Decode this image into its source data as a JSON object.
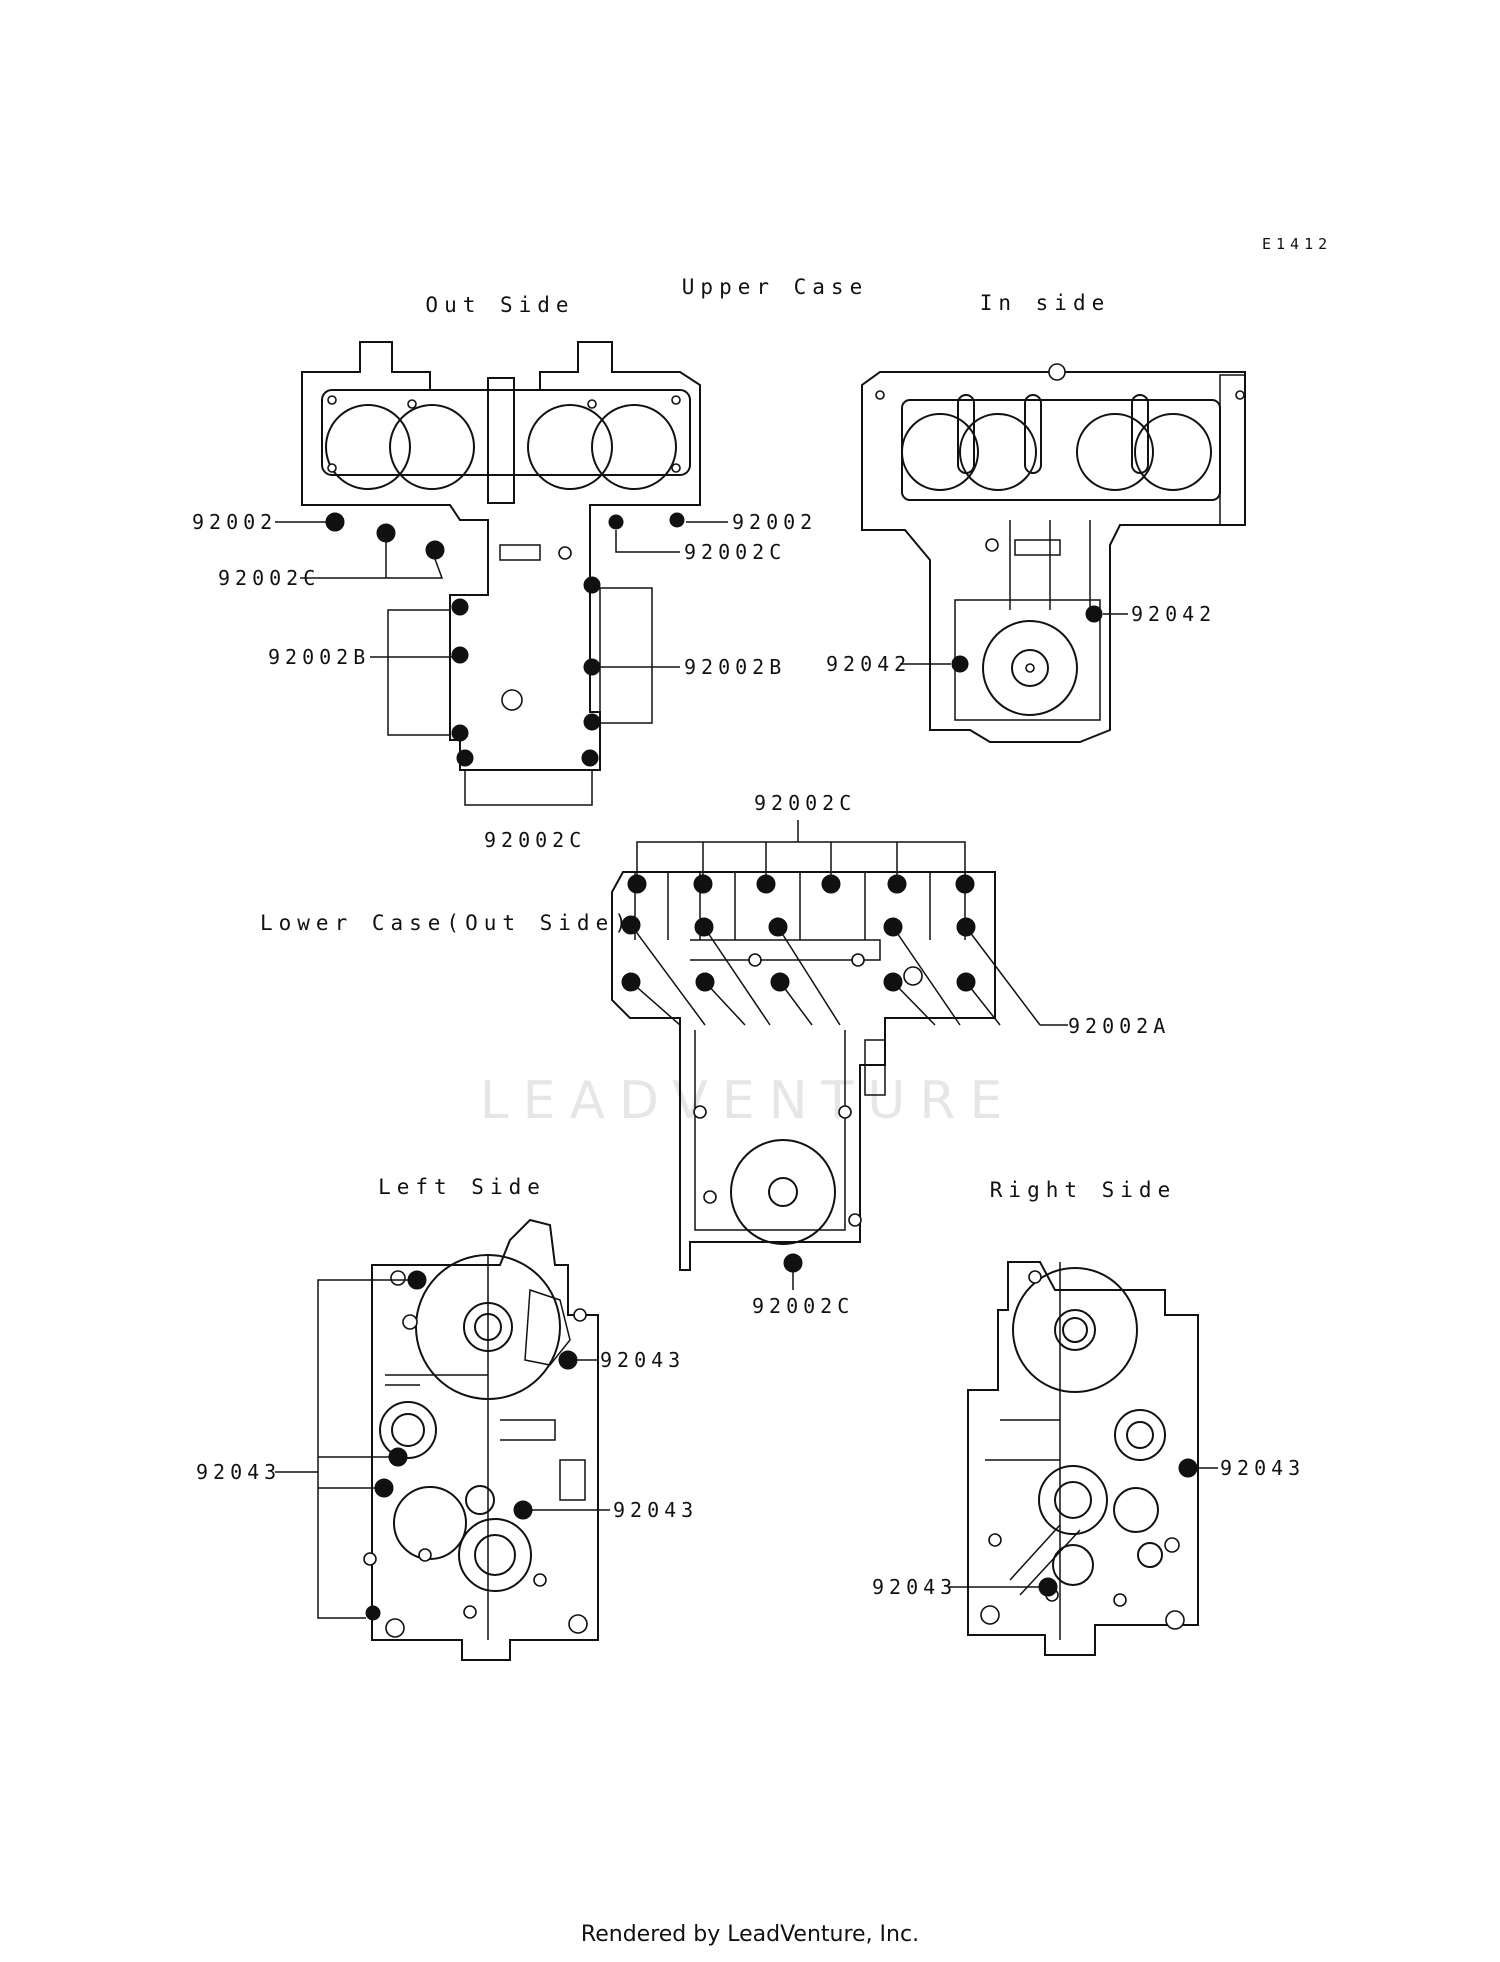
{
  "figure_code": "E1412",
  "headers": {
    "upper_case": "Upper Case",
    "out_side": "Out Side",
    "in_side": "In side",
    "lower_case": "Lower Case(Out Side)",
    "left_side": "Left Side",
    "right_side": "Right Side"
  },
  "callouts": {
    "uo_92002_left": "92002",
    "uo_92002c_left": "92002C",
    "uo_92002b_left": "92002B",
    "uo_92002_right": "92002",
    "uo_92002c_right": "92002C",
    "uo_92002b_right": "92002B",
    "uo_92002c_bottom": "92002C",
    "ui_92042_right": "92042",
    "ui_92042_left": "92042",
    "lc_92002c_top": "92002C",
    "lc_92002a": "92002A",
    "lc_92002c_bottom": "92002C",
    "ls_92043_top": "92043",
    "ls_92043_left": "92043",
    "ls_92043_mid": "92043",
    "rs_92043_right": "92043",
    "rs_92043_left": "92043"
  },
  "watermark": "LEADVENTURE",
  "footer": "Rendered by LeadVenture, Inc."
}
